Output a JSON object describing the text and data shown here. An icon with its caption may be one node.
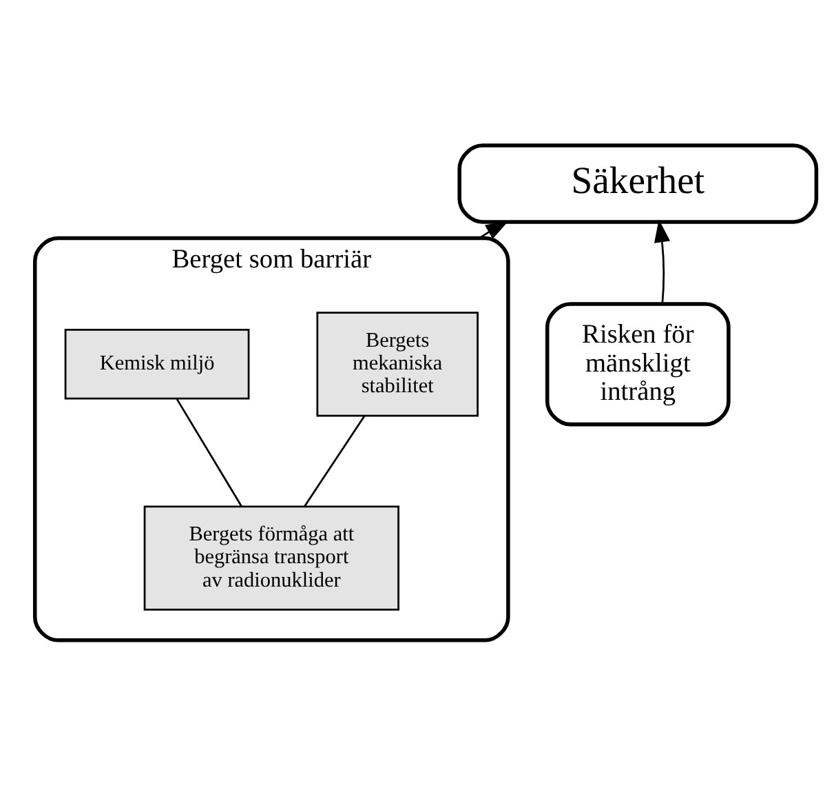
{
  "diagram": {
    "nodes": [
      {
        "text": [
          "Säkerhet"
        ]
      },
      {
        "text": [
          "Berget som barriär"
        ]
      },
      {
        "text": [
          "Bergets mekaniska stabilitet"
        ],
        "in": 1
      },
      {
        "text": [
          "Kemisk miljö"
        ],
        "in": 1
      },
      {
        "text": [
          "Bergets förmåga att begränsa transport av radionuklider"
        ],
        "in": 1
      },
      {
        "text": [
          "Risken för mänskligt intrång"
        ]
      }
    ],
    "edges": [
      {
        "from": 1,
        "to": 0,
        "arrow": "to"
      },
      {
        "from": 5,
        "to": 0,
        "arrow": "to"
      },
      {
        "from": 2,
        "to": 4,
        "arrow": "none"
      },
      {
        "from": 3,
        "to": 4,
        "arrow": "none"
      }
    ]
  }
}
